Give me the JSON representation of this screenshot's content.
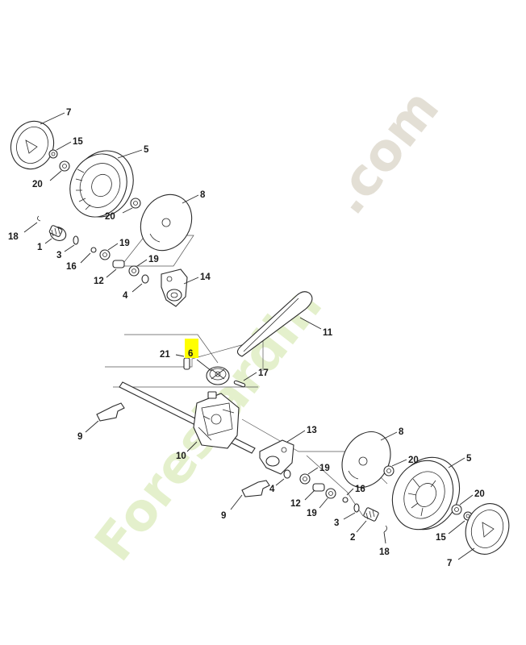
{
  "diagram": {
    "highlight_color": "#ffff00",
    "watermark": {
      "text_green": "Foresjardin",
      "text_grey": ".com"
    },
    "callouts": {
      "c7a": "7",
      "c15a": "15",
      "c5a": "5",
      "c20a": "20",
      "c20b": "20",
      "c8a": "8",
      "c18a": "18",
      "c1": "1",
      "c3a": "3",
      "c16a": "16",
      "c19a": "19",
      "c19b": "19",
      "c12a": "12",
      "c4a": "4",
      "c14": "14",
      "c11": "11",
      "c21": "21",
      "c6": "6",
      "c17": "17",
      "c9a": "9",
      "c13": "13",
      "c10": "10",
      "c8b": "8",
      "c20c": "20",
      "c5b": "5",
      "c19c": "19",
      "c4b": "4",
      "c16b": "16",
      "c12b": "12",
      "c19d": "19",
      "c20d": "20",
      "c9b": "9",
      "c3b": "3",
      "c2": "2",
      "c15b": "15",
      "c18b": "18",
      "c7b": "7"
    }
  }
}
